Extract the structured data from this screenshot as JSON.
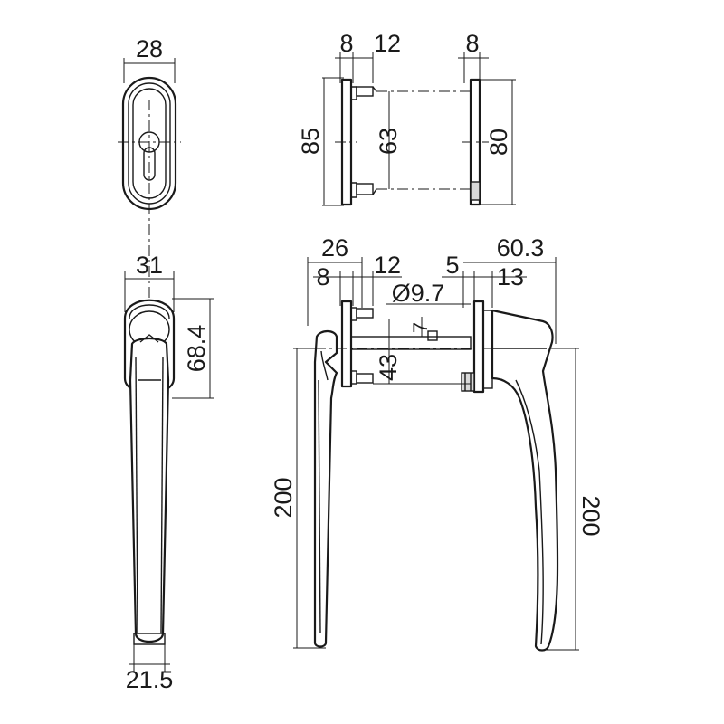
{
  "dimensions": {
    "rose_width": "28",
    "spindle_offset_8_top": "8",
    "spindle_len_12_top": "12",
    "rose_depth_8_right": "8",
    "rose_height": "85",
    "screw_spacing_top": "63",
    "rose_height_back": "80",
    "handle_front_width": "31",
    "lever_drop": "68.4",
    "handle_length_left": "200",
    "handle_tip_width": "21.5",
    "projection_26": "26",
    "spindle_offset_8": "8",
    "spindle_len_12": "12",
    "spindle_diameter": "Ø9.7",
    "square_spindle": "7",
    "screw_spacing_43": "43",
    "offset_5": "5",
    "offset_13": "13",
    "handle_reach": "60.3",
    "handle_length_right": "200"
  }
}
